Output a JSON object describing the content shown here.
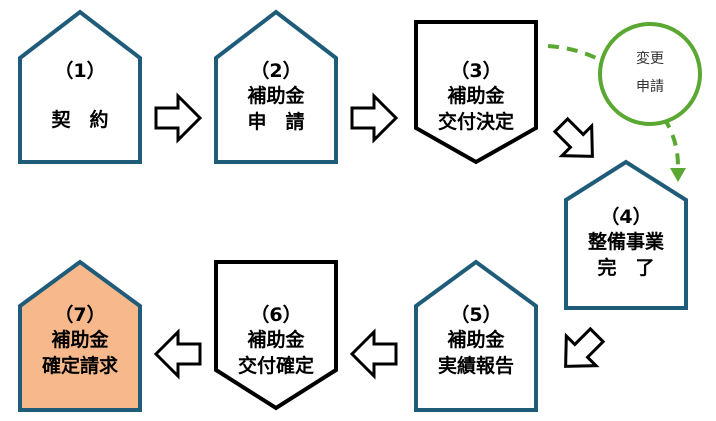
{
  "steps": [
    {
      "num": "（1）",
      "line1": "契　約",
      "line2": ""
    },
    {
      "num": "（2）",
      "line1": "補助金",
      "line2": "申　請"
    },
    {
      "num": "（3）",
      "line1": "補助金",
      "line2": "交付決定"
    },
    {
      "num": "（4）",
      "line1": "整備事業",
      "line2": "完　了"
    },
    {
      "num": "（5）",
      "line1": "補助金",
      "line2": "実績報告"
    },
    {
      "num": "（6）",
      "line1": "補助金",
      "line2": "交付確定"
    },
    {
      "num": "（7）",
      "line1": "補助金",
      "line2": "確定請求"
    }
  ],
  "change_request": {
    "line1": "変更",
    "line2": "申請"
  },
  "colors": {
    "house_border": "#1f5c7a",
    "down_border": "#000000",
    "highlight_fill": "#f7b98c",
    "change_circle": "#5aa832"
  }
}
